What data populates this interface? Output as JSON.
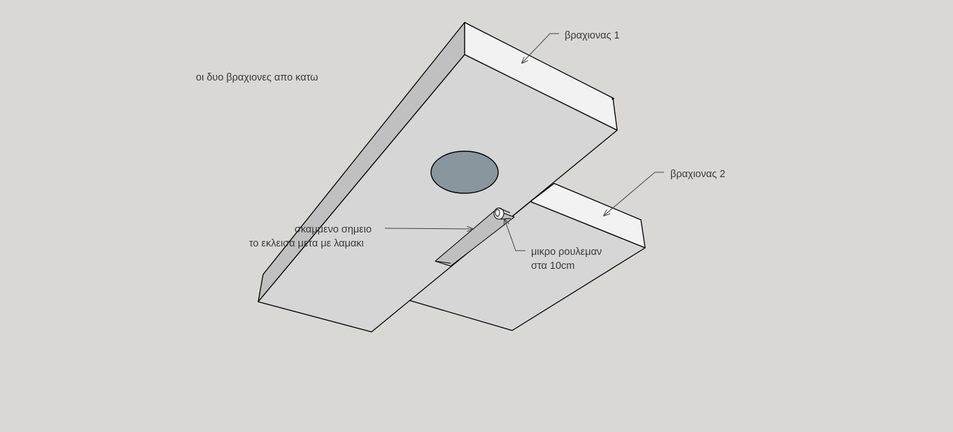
{
  "labels": {
    "bottom_view": "οι δυο βραχιονες απο κατω",
    "arm_1": "βραχιονας 1",
    "arm_2": "βραχιονας 2",
    "dug_line1": "σκαμμενο σημειο",
    "dug_line2": "το εκλεισα μετα με λαμακι",
    "bearing_line1": "μικρο ρουλεμαν",
    "bearing_line2": "στα 10cm"
  },
  "colors": {
    "background": "#d9d8d4",
    "face_bottom": "#d6d6d6",
    "face_side_light": "#f2f2f2",
    "face_side_dark": "#c0c0c0",
    "hole_fill": "#8a969e",
    "edge": "#000000",
    "leader": "#444444"
  }
}
